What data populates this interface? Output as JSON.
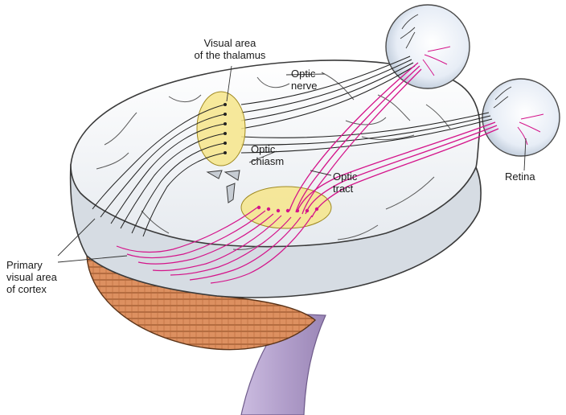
{
  "labels": {
    "thalamus": [
      "Visual area",
      "of the thalamus"
    ],
    "optic_nerve": [
      "Optic",
      "nerve"
    ],
    "optic_chiasm": [
      "Optic",
      "chiasm"
    ],
    "optic_tract": [
      "Optic",
      "tract"
    ],
    "retina": [
      "Retina"
    ],
    "cortex": [
      "Primary",
      "visual area",
      "of cortex"
    ]
  },
  "colors": {
    "brain": "#f4f6f8",
    "brain_shade": "#c9d0d8",
    "outline": "#3a3a3a",
    "nucleus": "#f6e58a",
    "nerve_black": "#222222",
    "nerve_magenta": "#d4148a",
    "cerebellum": "#d9895a",
    "brainstem": "#b6a3cc",
    "eyeball": "#eef2f8"
  },
  "icons": [
    "eyeball-left",
    "eyeball-right",
    "lateral-geniculate-nucleus",
    "thalamus-nucleus",
    "cerebellum",
    "brainstem"
  ]
}
